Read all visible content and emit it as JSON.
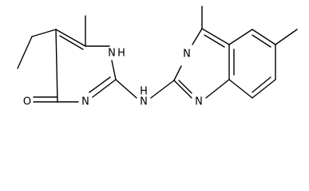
{
  "atoms": {
    "o": "O",
    "n3": "N",
    "n1h": "N",
    "h1": "H",
    "nh_n": "N",
    "nh_h": "H",
    "qn3": "N",
    "qn1": "N"
  }
}
